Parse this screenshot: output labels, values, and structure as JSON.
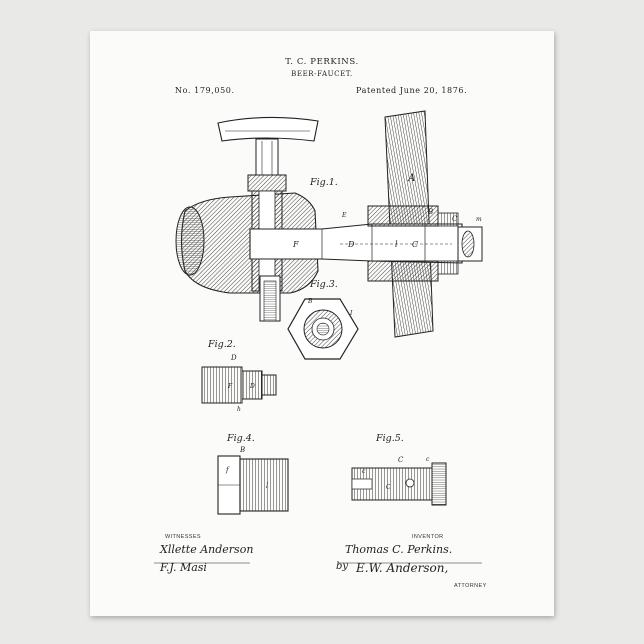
{
  "header": {
    "inventor_name": "T. C. PERKINS.",
    "title": "BEER-FAUCET.",
    "patent_number": "No. 179,050.",
    "patent_date": "Patented June 20, 1876."
  },
  "figures": {
    "fig1": "Fig.1.",
    "fig2": "Fig.2.",
    "fig3": "Fig.3.",
    "fig4": "Fig.4.",
    "fig5": "Fig.5."
  },
  "witnesses": {
    "label": "WITNESSES",
    "signature_1": "Xllette Anderson",
    "signature_2": "F.J. Masi"
  },
  "inventor": {
    "label": "INVENTOR",
    "signature": "Thomas C. Perkins.",
    "attorney_prefix": "by",
    "attorney_signature": "E.W. Anderson,",
    "attorney_label": "ATTORNEY"
  }
}
